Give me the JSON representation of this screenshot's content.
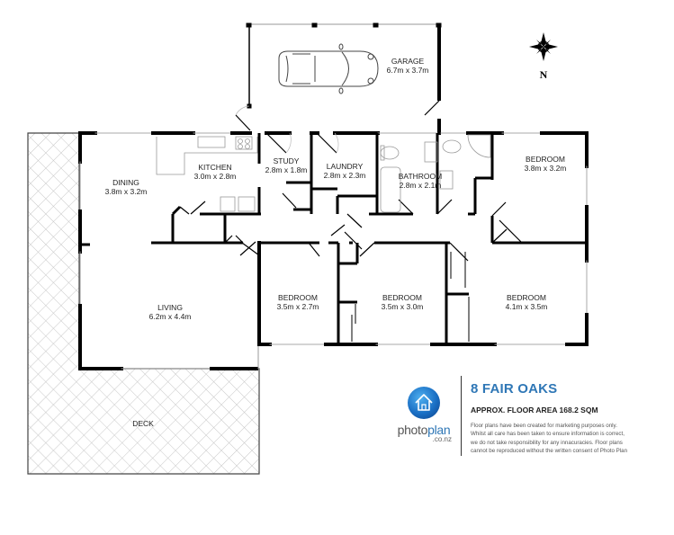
{
  "property": {
    "title": "8 FAIR OAKS",
    "floor_area": "APPROX. FLOOR AREA 168.2 SQM",
    "disclaimer": "Floor plans have been created for marketing purposes only. Whilst all care has been taken to ensure information is correct, we do not take responsibility for any innacuracies. Floor plans cannot be reproduced without the written consent of Photo Plan"
  },
  "brand": {
    "name_part1": "photo",
    "name_part2": "plan",
    "domain": ".co.nz",
    "color": "#2f77b6"
  },
  "compass": {
    "label": "N"
  },
  "rooms": {
    "garage": {
      "name": "GARAGE",
      "size": "6.7m x 3.7m"
    },
    "study": {
      "name": "STUDY",
      "size": "2.8m x 1.8m"
    },
    "kitchen": {
      "name": "KITCHEN",
      "size": "3.0m x 2.8m"
    },
    "dining": {
      "name": "DINING",
      "size": "3.8m x 3.2m"
    },
    "laundry": {
      "name": "LAUNDRY",
      "size": "2.8m x 2.3m"
    },
    "bathroom": {
      "name": "BATHROOM",
      "size": "2.8m x 2.1m"
    },
    "bedroom_ne": {
      "name": "BEDROOM",
      "size": "3.8m x 3.2m"
    },
    "living": {
      "name": "LIVING",
      "size": "6.2m x 4.4m"
    },
    "bedroom_1": {
      "name": "BEDROOM",
      "size": "3.5m x 2.7m"
    },
    "bedroom_2": {
      "name": "BEDROOM",
      "size": "3.5m x 3.0m"
    },
    "bedroom_3": {
      "name": "BEDROOM",
      "size": "4.1m x 3.5m"
    },
    "deck": {
      "name": "DECK"
    }
  }
}
